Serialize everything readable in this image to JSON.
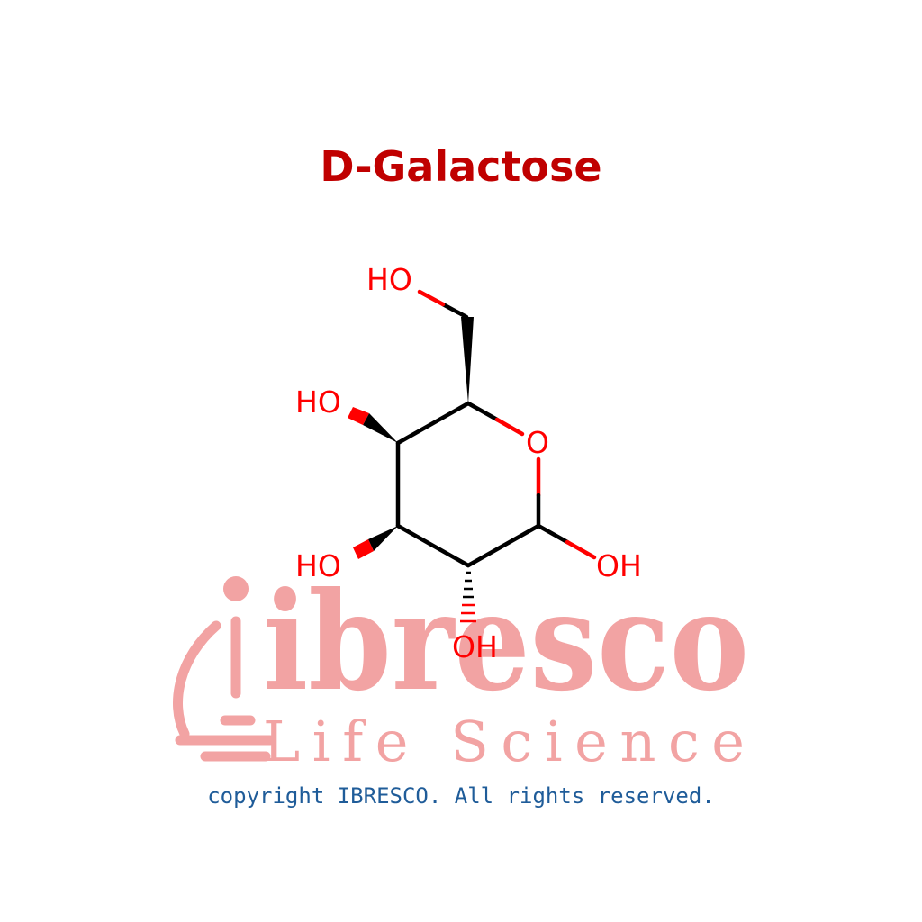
{
  "title": "D-Galactose",
  "colors": {
    "title": "#c00000",
    "bond": "#000000",
    "heteroatom": "#ff0000",
    "watermark": "#f2a3a3",
    "copyright": "#1f5c99"
  },
  "watermark": {
    "brand": "ibresco",
    "tagline": "Life Science",
    "icon": "microscope-icon"
  },
  "atoms": {
    "ho_c6": "HO",
    "ho_c4": "HO",
    "ring_o": "O",
    "ho_c3": "HO",
    "oh_c1": "OH",
    "oh_c2": "OH"
  },
  "copyright": "copyright IBRESCO. All rights reserved."
}
